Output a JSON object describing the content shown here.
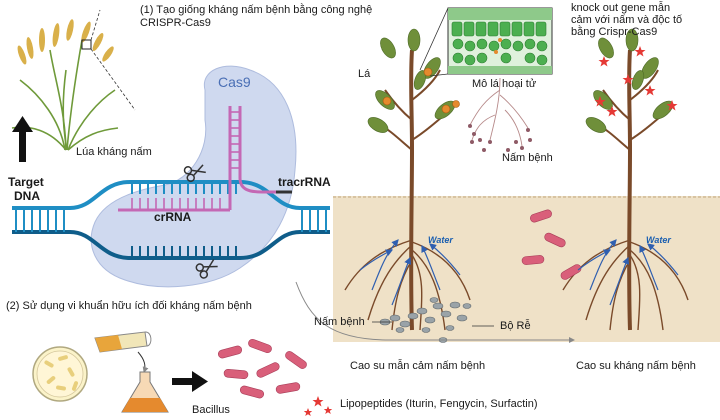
{
  "labels": {
    "step1_line1": "(1) Tạo giống kháng nấm bệnh bằng công nghệ",
    "step1_line2": "CRISPR-Cas9",
    "rice_caption": "Lúa kháng nấm",
    "target_dna_line1": "Target",
    "target_dna_line2": "DNA",
    "cas9": "Cas9",
    "tracrrna": "tracrRNA",
    "crrna": "crRNA",
    "step2": "(2) Sử dụng vi khuẩn hữu ích đối kháng nấm bệnh",
    "bacillus": "Bacillus",
    "lipopeptides": "Lipopeptides (Iturin, Fengycin, Surfactin)",
    "leaf": "Lá",
    "necrotic_tissue": "Mô lá hoại tử",
    "pathogen_top": "Nấm bệnh",
    "ko_line1": "knock out gene mẫn",
    "ko_line2": "cảm với nấm và độc tố",
    "ko_line3": "bằng  Crispr-Cas9",
    "water": "Water",
    "pathogen_soil": "Nấm bệnh",
    "roots": "Bộ Rễ",
    "susceptible_rubber": "Cao su mẫn cảm nấm bệnh",
    "resistant_rubber": "Cao su kháng nấm bệnh"
  },
  "colors": {
    "dna_blue": "#1f8ec4",
    "dna_dark": "#0f5d8a",
    "cas9_fill": "#cfd9ef",
    "cas9_text": "#4a6fb5",
    "rna_pink": "#c468b4",
    "soil": "#efe1c7",
    "stem_brown": "#7a4a2a",
    "leaf_green": "#6f8f3a",
    "lesion_orange": "#e58a2e",
    "bacteria_pink": "#d95f7a",
    "star_red": "#e53935",
    "water_arrow": "#2f5fb0",
    "leaf_tissue": "#4caf50"
  },
  "icons": [
    "scissors-icon",
    "arrow-up-icon",
    "arrow-right-icon",
    "star-icon",
    "petri-dish-icon",
    "flask-icon",
    "test-tube-icon"
  ]
}
